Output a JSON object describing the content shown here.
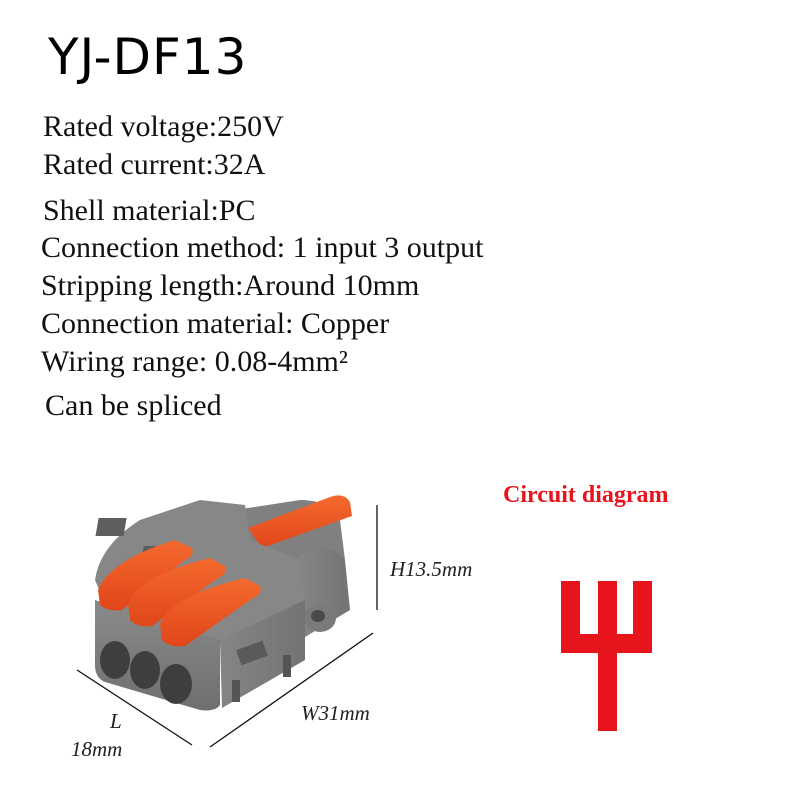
{
  "product": {
    "model": "YJ-DF13"
  },
  "specs": [
    {
      "label": "Rated voltage:250V"
    },
    {
      "label": "Rated current:32A"
    },
    {
      "label": "Shell material:PC"
    },
    {
      "label": "Connection method: 1 input 3 output"
    },
    {
      "label": "Stripping length:Around 10mm"
    },
    {
      "label": "Connection material: Copper"
    },
    {
      "label": "Wiring range: 0.08-4mm²"
    },
    {
      "label": "Can be spliced"
    }
  ],
  "dimensions": {
    "height": "H13.5mm",
    "width": "W31mm",
    "length_letter": "L",
    "length_value": "18mm"
  },
  "circuit": {
    "title": "Circuit diagram",
    "color": "#e8141c",
    "icon": "trident-one-in-three-out"
  },
  "colors": {
    "housing": "#7f7f7f",
    "lever": "#f05a22"
  }
}
